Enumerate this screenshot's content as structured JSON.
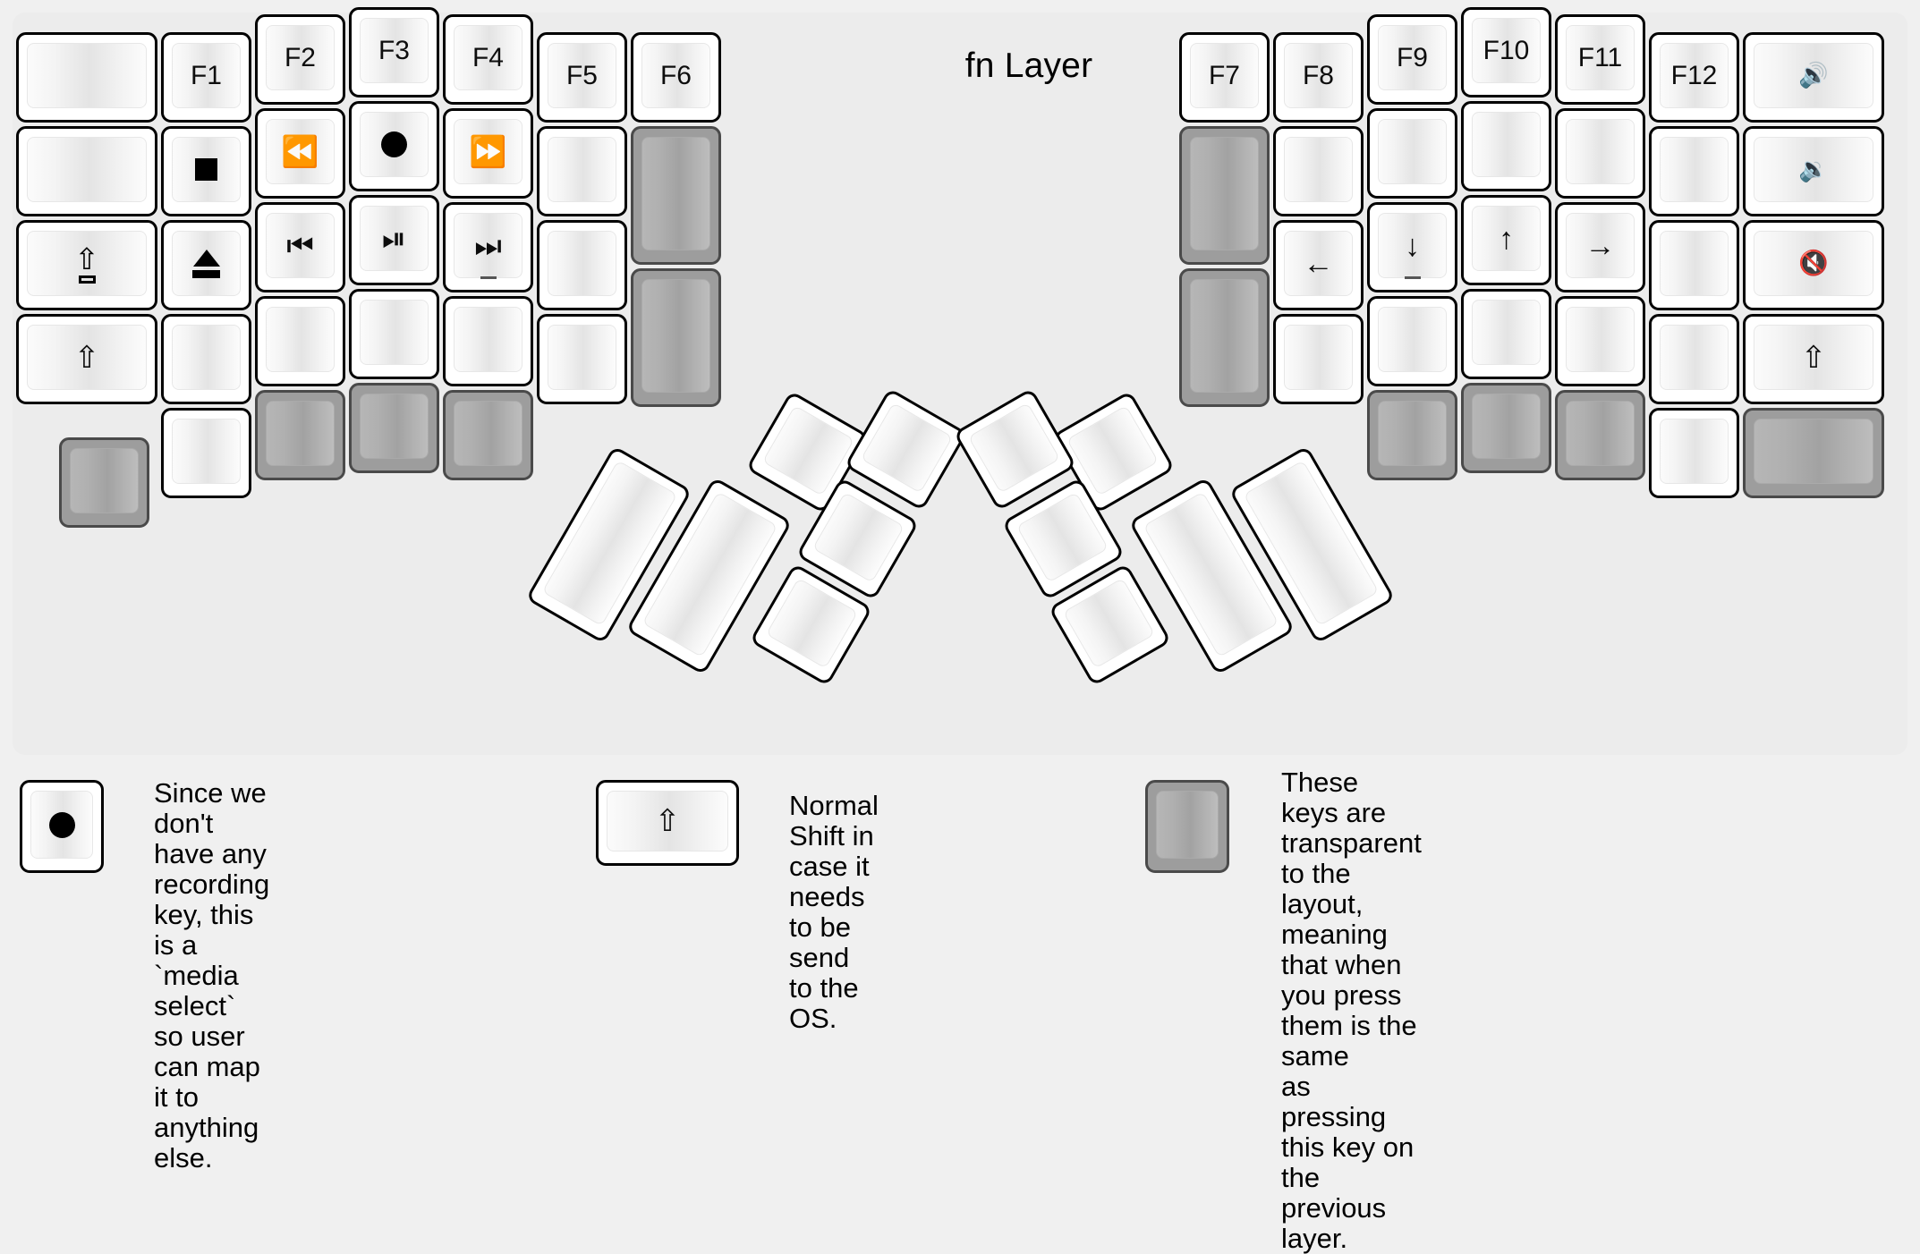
{
  "title": "fn Layer",
  "colors": {
    "background": "#f0f0f0",
    "panel": "#ececec",
    "key_face": "#ffffff",
    "key_border": "#000000",
    "transparent_key": "#9d9d9d",
    "transparent_key_border": "#4a4a4a",
    "text": "#000000"
  },
  "left_half": {
    "name": "left-keyboard-half",
    "columns": [
      {
        "name": "col-pinky-outer",
        "keys": [
          {
            "label": "",
            "type": "blank"
          },
          {
            "label": "",
            "type": "blank"
          },
          {
            "label": "⇪",
            "type": "capslock",
            "icon": "caps-lock-icon"
          },
          {
            "label": "⇧",
            "type": "shift",
            "icon": "shift-icon"
          },
          {
            "label": "",
            "type": "transparent"
          }
        ]
      },
      {
        "name": "col-pinky",
        "keys": [
          {
            "label": "F1",
            "type": "text"
          },
          {
            "label": "",
            "type": "stop",
            "icon": "media-stop-icon"
          },
          {
            "label": "",
            "type": "eject",
            "icon": "media-eject-icon"
          },
          {
            "label": "",
            "type": "blank"
          },
          {
            "label": "",
            "type": "blank"
          }
        ]
      },
      {
        "name": "col-ring",
        "keys": [
          {
            "label": "F2",
            "type": "text"
          },
          {
            "label": "⏪",
            "type": "glyph",
            "icon": "media-rewind-icon"
          },
          {
            "label": "⏮",
            "type": "glyph",
            "icon": "media-previous-icon"
          },
          {
            "label": "",
            "type": "blank"
          },
          {
            "label": "",
            "type": "transparent"
          }
        ]
      },
      {
        "name": "col-middle",
        "keys": [
          {
            "label": "F3",
            "type": "text"
          },
          {
            "label": "",
            "type": "record",
            "icon": "media-record-icon"
          },
          {
            "label": "⏯",
            "type": "glyph",
            "icon": "media-play-pause-icon"
          },
          {
            "label": "",
            "type": "blank"
          },
          {
            "label": "",
            "type": "transparent"
          }
        ]
      },
      {
        "name": "col-index",
        "keys": [
          {
            "label": "F4",
            "type": "text"
          },
          {
            "label": "⏩",
            "type": "glyph",
            "icon": "media-fast-forward-icon"
          },
          {
            "label": "⏭",
            "type": "glyph",
            "icon": "media-next-icon",
            "tick": true
          },
          {
            "label": "",
            "type": "blank"
          },
          {
            "label": "",
            "type": "transparent"
          }
        ]
      },
      {
        "name": "col-index-inner",
        "keys": [
          {
            "label": "F5",
            "type": "text"
          },
          {
            "label": "",
            "type": "blank"
          },
          {
            "label": "",
            "type": "blank"
          },
          {
            "label": "",
            "type": "blank"
          }
        ]
      },
      {
        "name": "col-inner",
        "keys": [
          {
            "label": "F6",
            "type": "text"
          },
          {
            "label": "",
            "type": "transparent"
          },
          {
            "label": "",
            "type": "transparent"
          }
        ]
      }
    ],
    "thumb_cluster": {
      "name": "left-thumb-cluster",
      "keys": [
        {
          "label": "",
          "size": "2u"
        },
        {
          "label": "",
          "size": "2u"
        },
        {
          "label": "",
          "size": "1u"
        },
        {
          "label": "",
          "size": "1u"
        },
        {
          "label": "",
          "size": "1u"
        },
        {
          "label": "",
          "size": "1u"
        }
      ]
    }
  },
  "right_half": {
    "name": "right-keyboard-half",
    "columns": [
      {
        "name": "col-inner",
        "keys": [
          {
            "label": "F7",
            "type": "text"
          },
          {
            "label": "",
            "type": "transparent"
          },
          {
            "label": "",
            "type": "transparent"
          }
        ]
      },
      {
        "name": "col-index-inner",
        "keys": [
          {
            "label": "F8",
            "type": "text"
          },
          {
            "label": "",
            "type": "blank"
          },
          {
            "label": "←",
            "type": "glyph",
            "icon": "arrow-left-icon"
          },
          {
            "label": "",
            "type": "blank"
          }
        ]
      },
      {
        "name": "col-index",
        "keys": [
          {
            "label": "F9",
            "type": "text"
          },
          {
            "label": "",
            "type": "blank"
          },
          {
            "label": "↓",
            "type": "glyph",
            "icon": "arrow-down-icon",
            "tick": true
          },
          {
            "label": "",
            "type": "blank"
          },
          {
            "label": "",
            "type": "transparent"
          }
        ]
      },
      {
        "name": "col-middle",
        "keys": [
          {
            "label": "F10",
            "type": "text"
          },
          {
            "label": "",
            "type": "blank"
          },
          {
            "label": "↑",
            "type": "glyph",
            "icon": "arrow-up-icon"
          },
          {
            "label": "",
            "type": "blank"
          },
          {
            "label": "",
            "type": "transparent"
          }
        ]
      },
      {
        "name": "col-ring",
        "keys": [
          {
            "label": "F11",
            "type": "text"
          },
          {
            "label": "",
            "type": "blank"
          },
          {
            "label": "→",
            "type": "glyph",
            "icon": "arrow-right-icon"
          },
          {
            "label": "",
            "type": "blank"
          },
          {
            "label": "",
            "type": "transparent"
          }
        ]
      },
      {
        "name": "col-pinky",
        "keys": [
          {
            "label": "F12",
            "type": "text"
          },
          {
            "label": "",
            "type": "blank"
          },
          {
            "label": "",
            "type": "blank"
          },
          {
            "label": "",
            "type": "blank"
          },
          {
            "label": "",
            "type": "blank"
          }
        ]
      },
      {
        "name": "col-pinky-outer",
        "keys": [
          {
            "label": "🔊",
            "type": "glyph",
            "icon": "volume-up-icon"
          },
          {
            "label": "🔉",
            "type": "glyph",
            "icon": "volume-down-icon"
          },
          {
            "label": "🔇",
            "type": "glyph",
            "icon": "volume-mute-icon"
          },
          {
            "label": "⇧",
            "type": "shift",
            "icon": "shift-icon"
          },
          {
            "label": "",
            "type": "transparent"
          }
        ]
      }
    ],
    "thumb_cluster": {
      "name": "right-thumb-cluster",
      "keys": [
        {
          "label": "",
          "size": "1u"
        },
        {
          "label": "",
          "size": "1u"
        },
        {
          "label": "",
          "size": "1u"
        },
        {
          "label": "",
          "size": "1u"
        },
        {
          "label": "",
          "size": "2u"
        },
        {
          "label": "",
          "size": "2u"
        }
      ]
    }
  },
  "legend": [
    {
      "name": "legend-record-key",
      "key_icon": "media-record-icon",
      "key_type": "record",
      "text": "Since we don't have any recording\nkey, this is a `media select` so user\ncan map it to anything else."
    },
    {
      "name": "legend-shift-key",
      "key_icon": "shift-icon",
      "key_type": "shift",
      "text": "Normal Shift in case it needs\nto be send to the OS."
    },
    {
      "name": "legend-transparent-key",
      "key_icon": "transparent-key-icon",
      "key_type": "transparent",
      "text": "These keys are transparent to the layout,\nmeaning that when you press them is the same\nas pressing this key on the previous layer."
    }
  ]
}
